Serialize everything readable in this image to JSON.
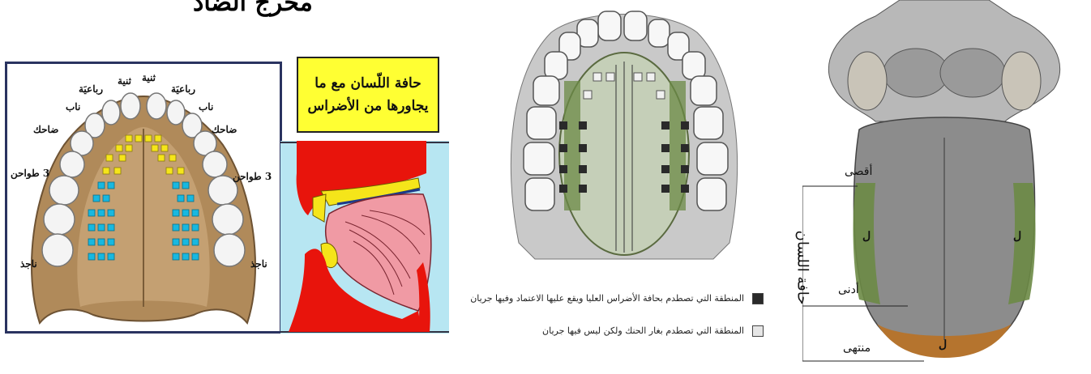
{
  "title": "مخرج الضاد",
  "palate_labels": {
    "thaniya": "ثنية",
    "thaniya2": "ثنية",
    "rabaiya_left": "رباعيَة",
    "rabaiya_right": "رباعيَة",
    "nab_left": "ناب",
    "nab_right": "ناب",
    "dahik_left": "ضاحك",
    "dahik_right": "ضاحك",
    "tawahin_left": "3 طواحن",
    "tawahin_right": "3 طواحن",
    "najid_left": "ناجذ",
    "najid_right": "ناجذ"
  },
  "yellow_box": {
    "line1": "حافة اللّسان مع ما",
    "line2": "يجاورها من الأضراس"
  },
  "legend": {
    "item1": "المنطقة التي تصطدم بحافة الأضراس العليا ويقع عليها الاعتماد وفيها جريان",
    "item2": "المنطقة التي تصطدم بغار الحنك ولكن ليس فيها جريان"
  },
  "tongue_labels": {
    "side": "حافة اللسان",
    "aqsa": "أقصى",
    "adna": "أدنى",
    "muntaha": "منتهى",
    "mark_left": "ل",
    "mark_right": "ل",
    "mark_tip": "ل"
  },
  "colors": {
    "yellow_sq": "#f5e51a",
    "cyan_sq": "#18b8e0",
    "palate": "#b08a5a",
    "green_zone": "#6b8a45",
    "tip_zone": "#b5742e",
    "sag_red": "#e8140c",
    "sag_bg": "#b7e6f2"
  }
}
